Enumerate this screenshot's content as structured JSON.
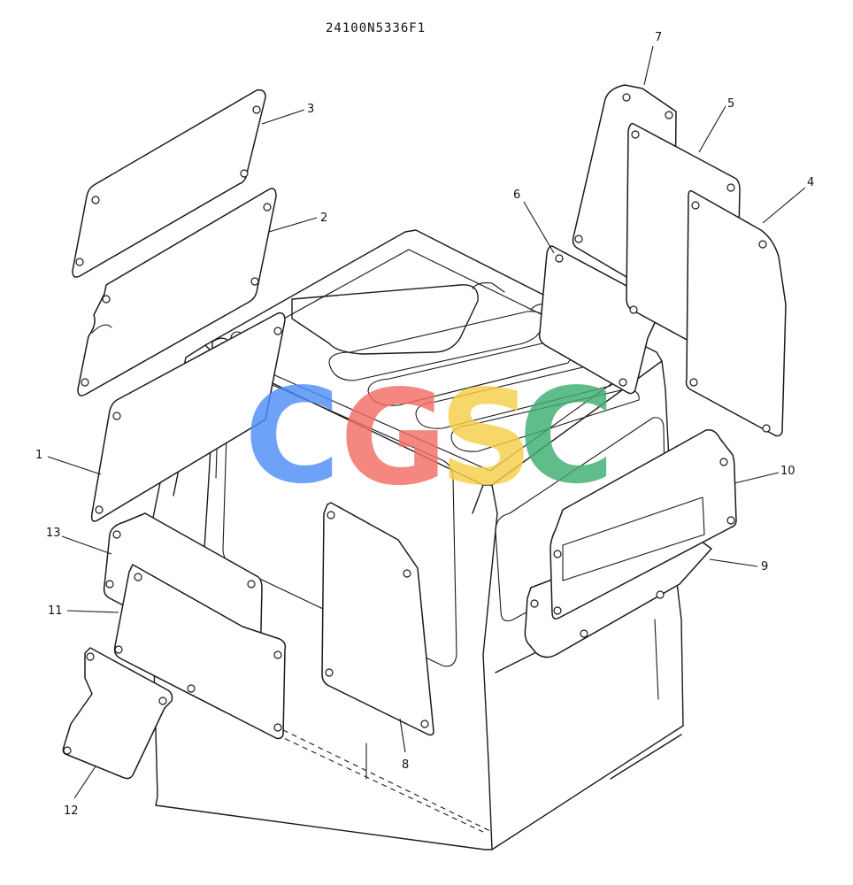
{
  "drawing": {
    "id": "24100N5336F1"
  },
  "watermark": {
    "letters": [
      {
        "char": "C",
        "color": "#4f8ef7"
      },
      {
        "char": "G",
        "color": "#f26d63"
      },
      {
        "char": "S",
        "color": "#f7cf4a"
      },
      {
        "char": "C",
        "color": "#3fae72"
      }
    ]
  },
  "callouts": {
    "c1": "1",
    "c2": "2",
    "c3": "3",
    "c4": "4",
    "c5": "5",
    "c6": "6",
    "c7": "7",
    "c8": "8",
    "c9": "9",
    "c10": "10",
    "c11": "11",
    "c12": "12",
    "c13": "13"
  }
}
